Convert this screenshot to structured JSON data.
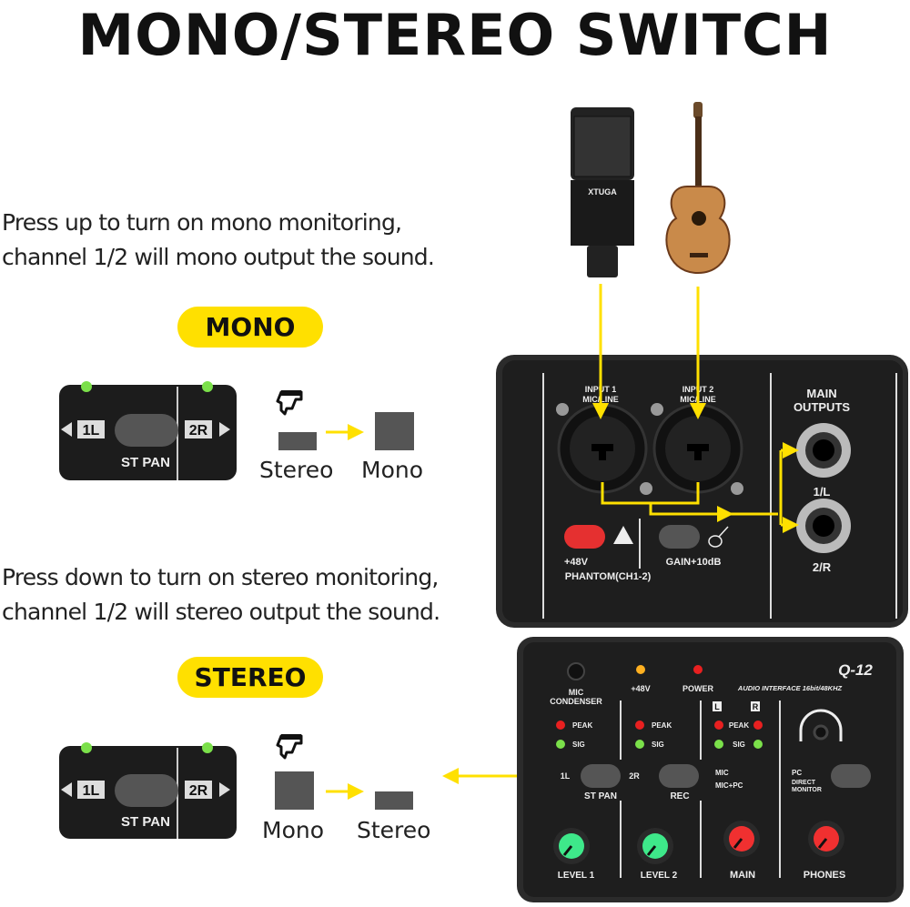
{
  "title": "MONO/STEREO SWITCH",
  "mono_section": {
    "desc_line1": "Press up to turn on mono monitoring,",
    "desc_line2": "channel 1/2 will mono output the sound.",
    "badge": "MONO",
    "from_label": "Stereo",
    "to_label": "Mono"
  },
  "stereo_section": {
    "desc_line1": "Press down to turn on stereo monitoring,",
    "desc_line2": "channel 1/2 will stereo output the sound.",
    "badge": "STEREO",
    "from_label": "Mono",
    "to_label": "Stereo"
  },
  "mini_panel": {
    "left": "1L",
    "right": "2R",
    "label": "ST PAN"
  },
  "mic_brand": "XTUGA",
  "device": {
    "input1": [
      "INPUT 1",
      "MIC/LINE"
    ],
    "input2": [
      "INPUT 2",
      "MIC/LINE"
    ],
    "main_outputs": [
      "MAIN",
      "OUTPUTS"
    ],
    "out1": "1/L",
    "out2": "2/R",
    "phantom": "+48V",
    "phantom_sub": "PHANTOM(CH1-2)",
    "gain": "GAIN+10dB",
    "mic_condenser": [
      "MIC",
      "CONDENSER"
    ],
    "led_48v": "+48V",
    "led_power": "POWER",
    "model": "Q-12",
    "subtitle": "AUDIO INTERFACE 16bit/48KHZ",
    "peak": "PEAK",
    "sig": "SIG",
    "l": "L",
    "r": "R",
    "st_pan": "ST PAN",
    "pan_l": "1L",
    "pan_r": "2R",
    "rec": "REC",
    "mic": "MIC",
    "mic_pc": "MIC+PC",
    "pc": "PC",
    "direct": "DIRECT",
    "monitor": "MONITOR",
    "knobs": [
      "LEVEL 1",
      "LEVEL 2",
      "MAIN",
      "PHONES"
    ]
  },
  "colors": {
    "accent": "#ffe000",
    "led_red": "#e82020",
    "led_green": "#7be04a",
    "knob_green": "#3ee88a",
    "knob_red": "#f03030"
  }
}
